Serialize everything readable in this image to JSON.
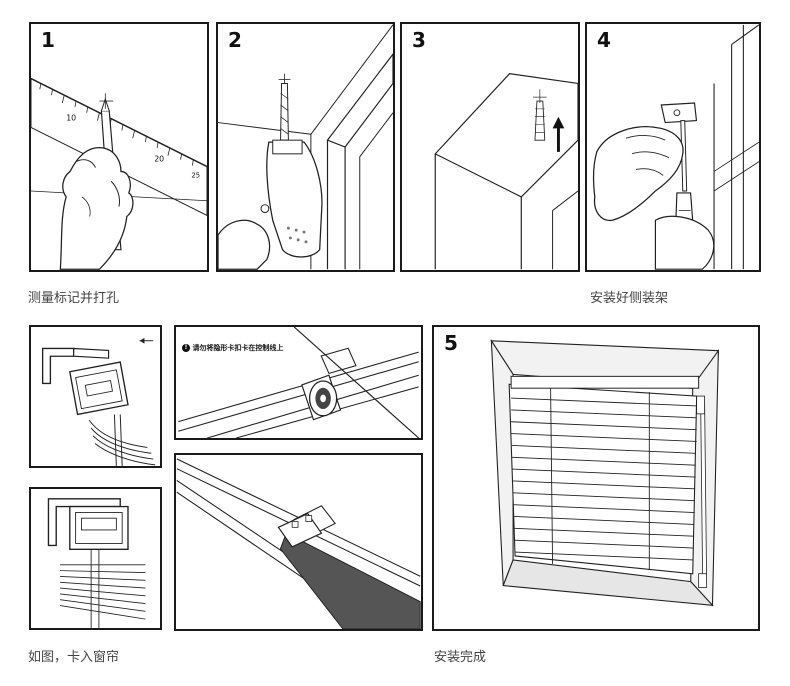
{
  "steps": {
    "s1": "1",
    "s2": "2",
    "s3": "3",
    "s4": "4",
    "s5": "5"
  },
  "ruler_ticks": [
    "10",
    "20",
    "25"
  ],
  "captions": {
    "c1": "测量标记并打孔",
    "c2": "安装好侧装架",
    "c3": "如图，卡入窗帘",
    "c4": "安装完成"
  },
  "warning": "请勿将隐形卡扣卡在控制线上"
}
